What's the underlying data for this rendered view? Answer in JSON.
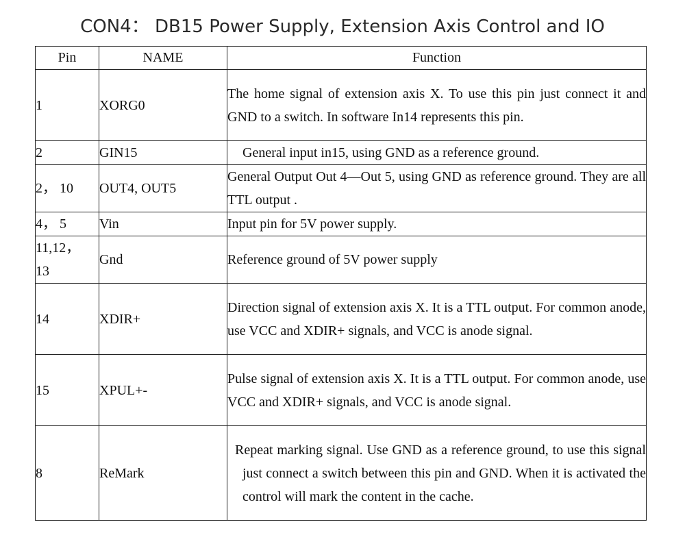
{
  "title": "CON4： DB15 Power Supply, Extension Axis Control and IO",
  "table": {
    "headers": [
      "Pin",
      "NAME",
      "Function"
    ],
    "rows": [
      {
        "pin": "1",
        "name": "XORG0",
        "function": "The home signal of extension axis X. To use this pin just connect it and GND to a switch. In software In14 represents this pin."
      },
      {
        "pin": "2",
        "name": "GIN15",
        "function": "General input in15, using GND as a reference ground."
      },
      {
        "pin": "2， 10",
        "name": "OUT4, OUT5",
        "function": "General Output Out 4—Out 5, using GND as reference ground. They are all TTL output ."
      },
      {
        "pin": "4， 5",
        "name": "Vin",
        "function": "Input pin for 5V power supply."
      },
      {
        "pin": "11,12，13",
        "name": "Gnd",
        "function": "Reference ground of 5V power supply"
      },
      {
        "pin": "14",
        "name": "XDIR+",
        "function": "Direction signal of extension axis X.   It is a TTL output. For common anode, use VCC and XDIR+ signals, and VCC is anode signal."
      },
      {
        "pin": "15",
        "name": "XPUL+-",
        "function": "Pulse signal of extension axis X.    It is a TTL output. For common anode, use VCC and XDIR+ signals, and VCC is anode signal."
      },
      {
        "pin": "8",
        "name": "ReMark",
        "function": "Repeat marking signal. Use GND as a reference ground, to use this signal just connect a switch between this pin and GND. When it is activated the control will mark the content in the cache."
      }
    ]
  }
}
